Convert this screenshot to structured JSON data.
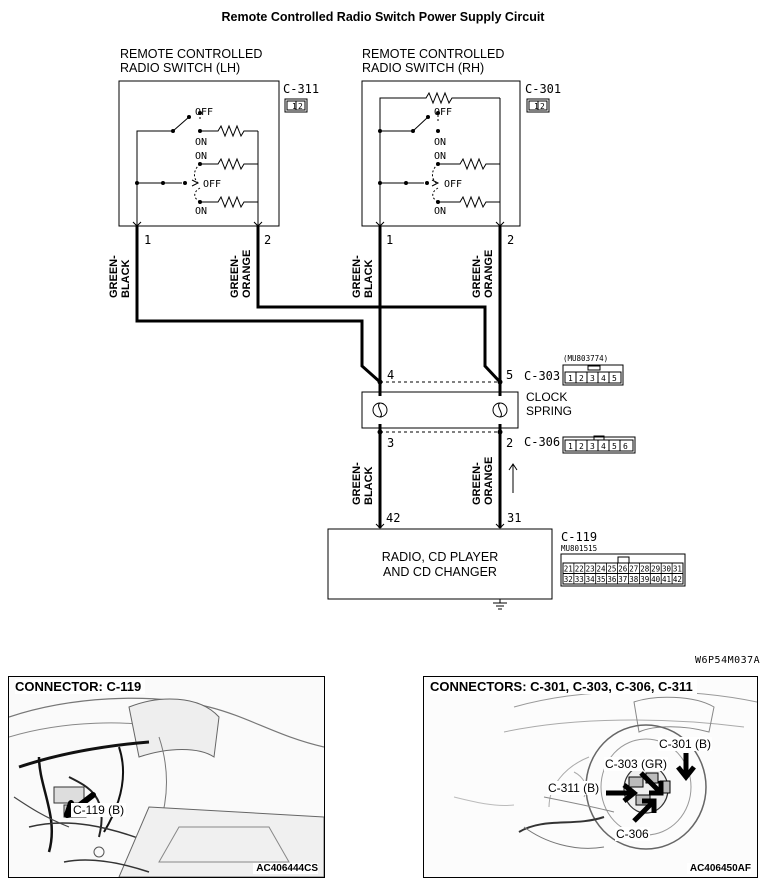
{
  "title": "Remote Controlled Radio Switch Power Supply Circuit",
  "switches": {
    "lh": {
      "name_line1": "REMOTE CONTROLLED",
      "name_line2": "RADIO SWITCH (LH)",
      "connector": "C-311",
      "pins": [
        "1",
        "2"
      ]
    },
    "rh": {
      "name_line1": "REMOTE CONTROLLED",
      "name_line2": "RADIO SWITCH (RH)",
      "connector": "C-301",
      "pins": [
        "1",
        "2"
      ]
    }
  },
  "switch_states": {
    "off": "OFF",
    "on": "ON"
  },
  "wire_colors": {
    "lh_pin1_line1": "GREEN-",
    "lh_pin1_line2": "BLACK",
    "lh_pin2_line1": "GREEN-",
    "lh_pin2_line2": "ORANGE",
    "rh_pin1_line1": "GREEN-",
    "rh_pin1_line2": "BLACK",
    "rh_pin2_line1": "GREEN-",
    "rh_pin2_line2": "ORANGE",
    "lower_left_line1": "GREEN-",
    "lower_left_line2": "BLACK",
    "lower_right_line1": "GREEN-",
    "lower_right_line2": "ORANGE"
  },
  "clock_spring": {
    "label_line1": "CLOCK",
    "label_line2": "SPRING",
    "upper_connector": "C-303",
    "upper_part_no": "(MU803774)",
    "upper_pins": [
      "1",
      "2",
      "3",
      "4",
      "5"
    ],
    "upper_left_pin": "4",
    "upper_right_pin": "5",
    "lower_connector": "C-306",
    "lower_pins": [
      "1",
      "2",
      "3",
      "4",
      "5",
      "6"
    ],
    "lower_left_pin": "3",
    "lower_right_pin": "2"
  },
  "radio": {
    "label_line1": "RADIO, CD PLAYER",
    "label_line2": "AND CD CHANGER",
    "connector": "C-119",
    "part_no": "MU801515",
    "left_pin": "42",
    "right_pin": "31",
    "pin_row1": [
      "21",
      "22",
      "23",
      "24",
      "25",
      "26",
      "27",
      "28",
      "29",
      "30",
      "31"
    ],
    "pin_row2": [
      "32",
      "33",
      "34",
      "35",
      "36",
      "37",
      "38",
      "39",
      "40",
      "41",
      "42"
    ]
  },
  "diagram_code": "W6P54M037A",
  "photo_left": {
    "title": "CONNECTOR: C-119",
    "callout": "C-119 (B)",
    "code": "AC406444CS"
  },
  "photo_right": {
    "title": "CONNECTORS: C-301, C-303, C-306, C-311",
    "callout_c301": "C-301 (B)",
    "callout_c303": "C-303 (GR)",
    "callout_c311": "C-311 (B)",
    "callout_c306": "C-306",
    "code": "AC406450AF"
  }
}
